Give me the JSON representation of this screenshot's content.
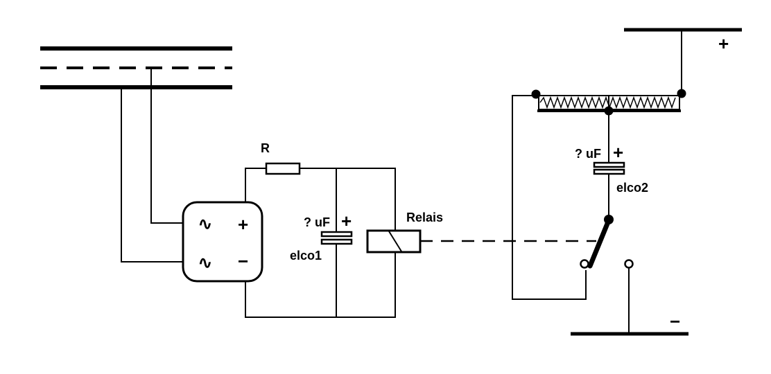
{
  "labels": {
    "resistor": "R",
    "elco1_value": "? uF",
    "elco1_plus": "+",
    "elco1_name": "elco1",
    "relay": "Relais",
    "elco2_value": "? uF",
    "elco2_plus": "+",
    "elco2_name": "elco2",
    "supply_plus": "+",
    "supply_minus": "−",
    "rectifier_ac_top": "∿",
    "rectifier_ac_bottom": "∿",
    "rectifier_plus": "+",
    "rectifier_minus": "−"
  },
  "colors": {
    "line": "#000000",
    "background": "#ffffff"
  }
}
